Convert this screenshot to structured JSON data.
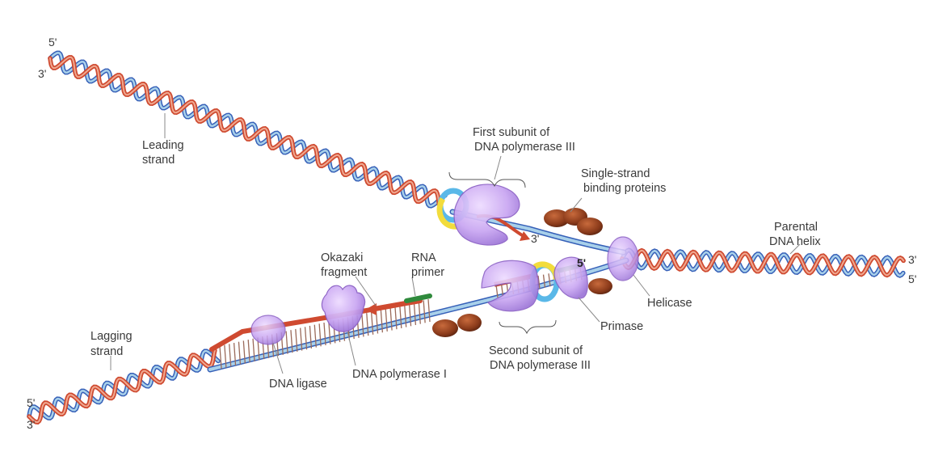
{
  "colors": {
    "strand_red": "#cf4a30",
    "strand_blue": "#3660b8",
    "strand_light": "#a8d0ea",
    "rna_primer": "#2f8a3c",
    "protein_purple": "#c9a6f2",
    "protein_edge": "#8a5fc4",
    "ssb_brown": "#8a3a1a",
    "clamp_yellow": "#f2dc3c",
    "clamp_blue": "#5ab8e8",
    "label": "#3a3a3a"
  },
  "labels": {
    "leading_5": "5'",
    "leading_3": "3'",
    "leading_strand_1": "Leading",
    "leading_strand_2": "strand",
    "first_subunit_1": "First subunit of",
    "first_subunit_2": "DNA polymerase III",
    "ssb_1": "Single-strand",
    "ssb_2": "binding proteins",
    "parental_1": "Parental",
    "parental_2": "DNA helix",
    "parental_3": "3'",
    "parental_5": "5'",
    "okazaki_1": "Okazaki",
    "okazaki_2": "fragment",
    "rna_1": "RNA",
    "rna_2": "primer",
    "helicase": "Helicase",
    "primase": "Primase",
    "second_subunit_1": "Second subunit of",
    "second_subunit_2": "DNA polymerase III",
    "lagging_strand_1": "Lagging",
    "lagging_strand_2": "strand",
    "dna_ligase": "DNA ligase",
    "dna_pol_1": "DNA polymerase I",
    "lagging_5": "5'",
    "lagging_3": "3'",
    "fork_3": "3'",
    "fork_5": "5'"
  }
}
